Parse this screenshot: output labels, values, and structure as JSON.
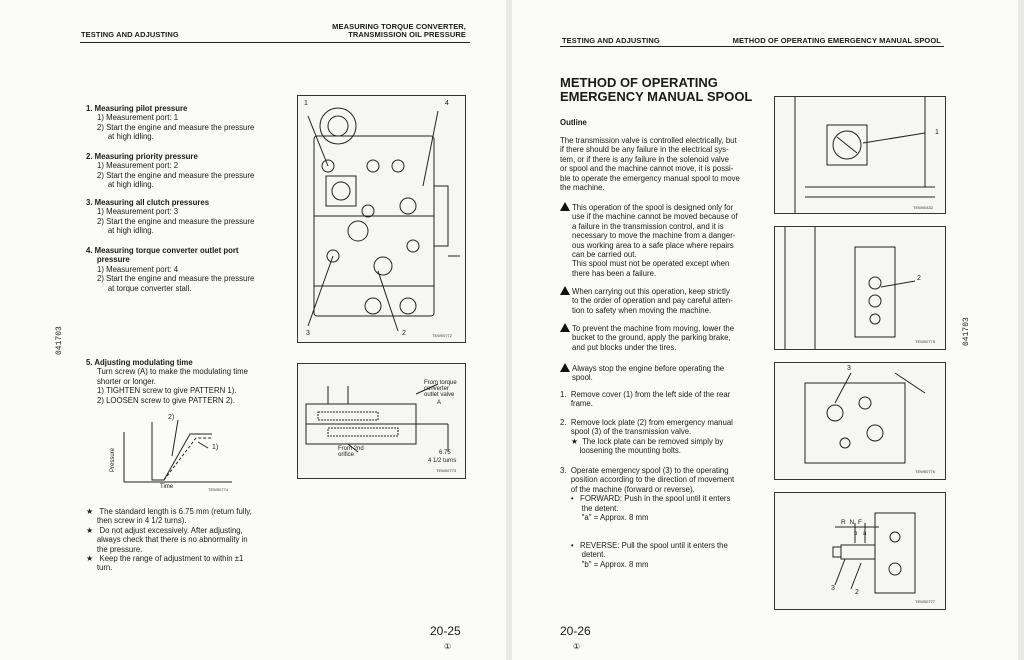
{
  "left_page": {
    "header_left": "TESTING AND ADJUSTING",
    "header_right_1": "MEASURING TORQUE CONVERTER,",
    "header_right_2": "TRANSMISSION OIL PRESSURE",
    "side_code": "041703",
    "items": [
      {
        "title": "1.  Measuring pilot pressure",
        "lines": [
          "1)  Measurement port: 1",
          "2)  Start the engine and measure the pressure",
          "     at high idling."
        ]
      },
      {
        "title": "2.  Measuring priority pressure",
        "lines": [
          "1)  Measurement port: 2",
          "2)  Start the engine and measure the pressure",
          "     at high idling."
        ]
      },
      {
        "title": "3.  Measuring all clutch pressures",
        "lines": [
          "1)  Measurement port: 3",
          "2)  Start the engine and measure the pressure",
          "     at high idling."
        ]
      },
      {
        "title": "4.  Measuring torque converter outlet port",
        "lines": [
          "     pressure",
          "1)  Measurement port: 4",
          "2)  Start the engine and measure the pressure",
          "     at torque converter stall."
        ]
      },
      {
        "title": "5.  Adjusting modulating time",
        "lines": [
          "Turn screw (A) to make the modulating time",
          "shorter or longer.",
          "1)  TIGHTEN screw to give PATTERN 1).",
          "2)  LOOSEN screw to give PATTERN 2)."
        ]
      }
    ],
    "notes": [
      "★   The standard length is 6.75 mm (return fully,",
      "     then screw in 4 1/2 turns).",
      "★   Do not adjust excessively. After adjusting,",
      "     always check that there is no abnormality in",
      "     the pressure.",
      "★   Keep the range of adjustment to within ±1",
      "     turn."
    ],
    "fig1": {
      "code": "TEW00772",
      "labels": [
        "1",
        "4",
        "3",
        "2"
      ]
    },
    "fig2": {
      "code": "TEW00773",
      "label_from_torque": [
        "From torque",
        "converter",
        "outlet valve"
      ],
      "label_a": "A",
      "label_from_2nd": [
        "From 2nd",
        "orifice"
      ],
      "label_len": "6.75",
      "label_turns": "4  1/2 turns"
    },
    "fig3": {
      "code": "TEW00774",
      "label_1": "1)",
      "label_2": "2)",
      "ylabel": "Pressure",
      "xlabel": "Time"
    },
    "page_number": "20-25",
    "mark": "①"
  },
  "right_page": {
    "header_left": "TESTING AND ADJUSTING",
    "header_right": "METHOD OF OPERATING EMERGENCY MANUAL SPOOL",
    "side_code": "041703",
    "title_1": "METHOD OF OPERATING",
    "title_2": "EMERGENCY MANUAL SPOOL",
    "outline_heading": "Outline",
    "outline_lines": [
      "The transmission valve is controlled electrically, but",
      "if there should be any failure in the electrical sys-",
      "tem, or if there is any failure in the solenoid valve",
      "or spool and the machine cannot move, it is possi-",
      "ble to operate the emergency manual spool to move",
      "the machine."
    ],
    "warnings": [
      [
        "This operation of the spool is designed only for",
        "use if the machine cannot be moved because of",
        "a failure in the transmission control, and it is",
        "necessary to move the machine from a danger-",
        "ous working area to a safe place where repairs",
        "can be carried out.",
        "This spool must not be operated except when",
        "there has been a failure."
      ],
      [
        "When carrying out this operation, keep strictly",
        "to the order of operation and pay careful atten-",
        "tion to safety when moving the machine."
      ],
      [
        "To prevent the machine from moving, lower the",
        "bucket to the ground, apply the parking brake,",
        "and put blocks under the tires."
      ],
      [
        "Always stop the engine before operating the",
        "spool."
      ]
    ],
    "steps": [
      [
        "1.  Remove cover (1) from the left side of the rear",
        "     frame."
      ],
      [
        "2.  Remove lock plate (2) from emergency manual",
        "     spool (3) of the transmission valve.",
        "     ★  The lock plate can be removed simply by",
        "         loosening the mounting bolts."
      ],
      [
        "3.  Operate emergency spool (3) to the operating",
        "     position according to the direction of movement",
        "     of the machine (forward or reverse).",
        "     •   FORWARD: Push in the spool until it enters",
        "          the detent.",
        "          \"a\" = Approx. 8 mm"
      ],
      [
        "     •   REVERSE: Pull the spool until it enters the",
        "          detent.",
        "          \"b\" = Approx. 8 mm"
      ]
    ],
    "figs": [
      {
        "code": "TEW00432",
        "label": "1"
      },
      {
        "code": "TEW00775",
        "label": "2"
      },
      {
        "code": "TEW00776",
        "label": "3"
      },
      {
        "code": "TEW00777",
        "labels": [
          "R",
          "N",
          "F",
          "b",
          "a",
          "3",
          "2"
        ]
      }
    ],
    "page_number": "20-26",
    "mark": "①"
  }
}
